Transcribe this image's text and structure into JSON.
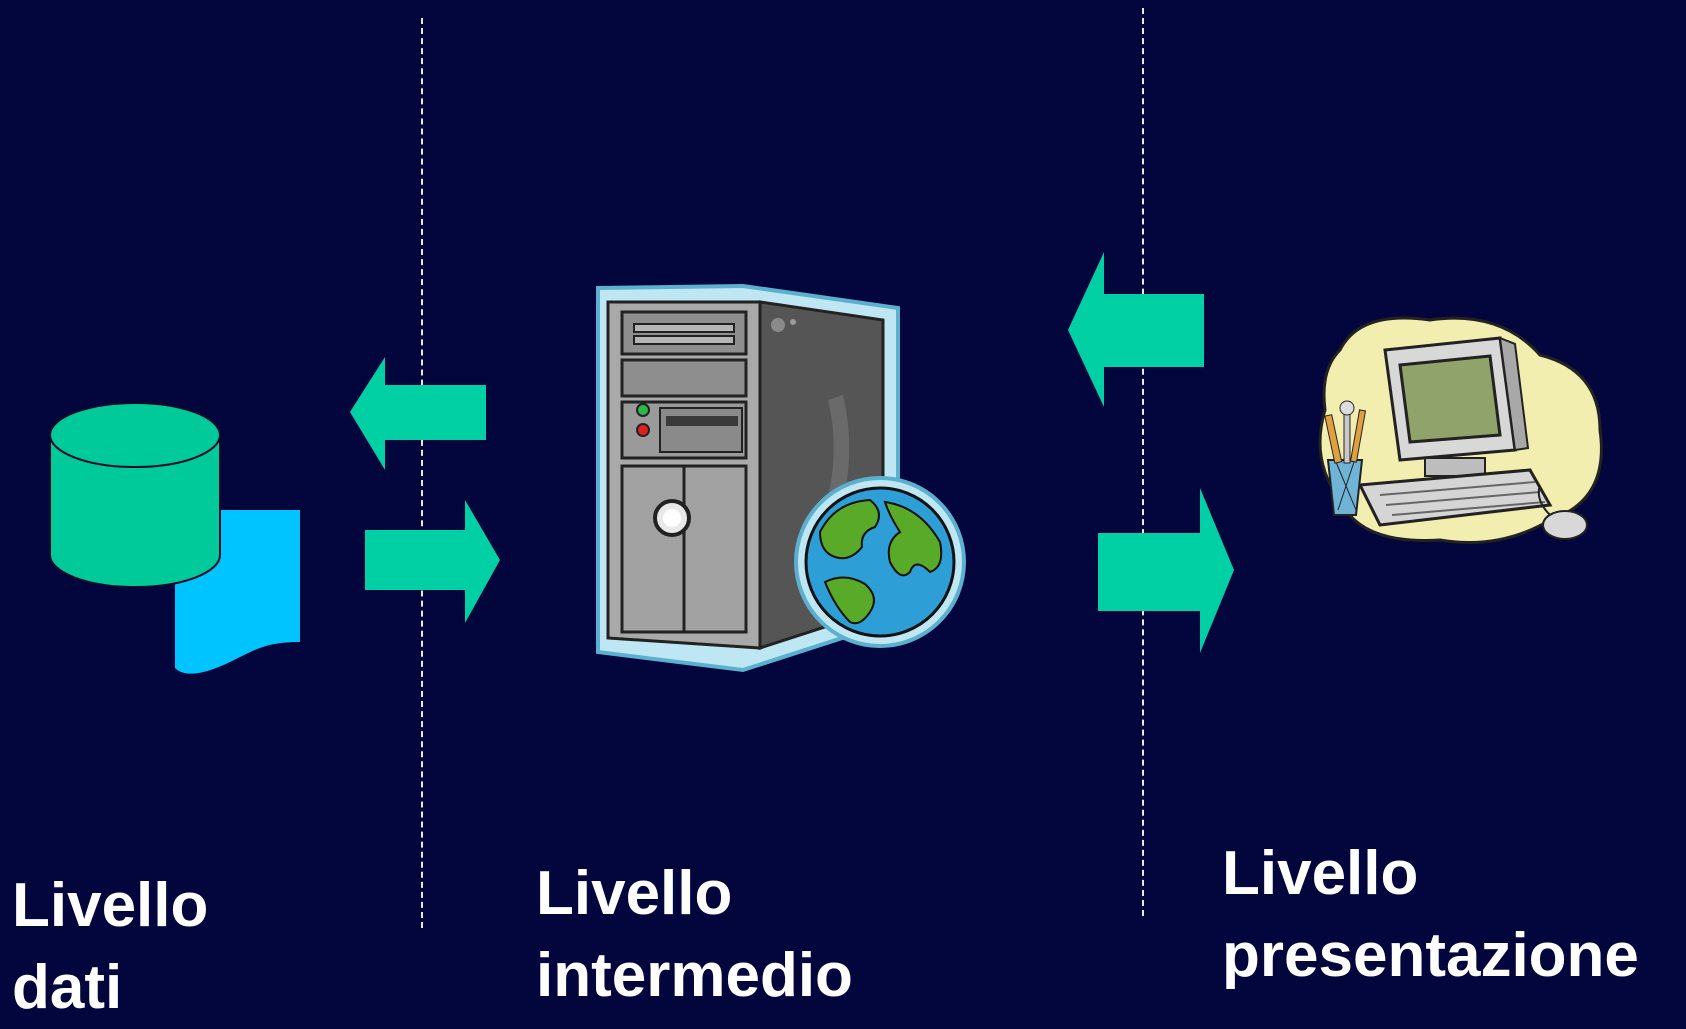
{
  "tiers": [
    {
      "name": "data-tier",
      "line1": "Livello",
      "line2": "dati"
    },
    {
      "name": "middle-tier",
      "line1": "Livello",
      "line2": "intermedio"
    },
    {
      "name": "presentation-tier",
      "line1": "Livello",
      "line2": "presentazione"
    }
  ],
  "icons": {
    "database": "database-icon",
    "server": "server-tower-icon",
    "globe": "globe-icon",
    "client": "desktop-computer-icon"
  },
  "colors": {
    "background": "#03053d",
    "arrow": "#00d0a4",
    "database": "#00c99a",
    "document": "#00c4ff",
    "text": "#ffffff",
    "divider": "#e8e8e8"
  }
}
